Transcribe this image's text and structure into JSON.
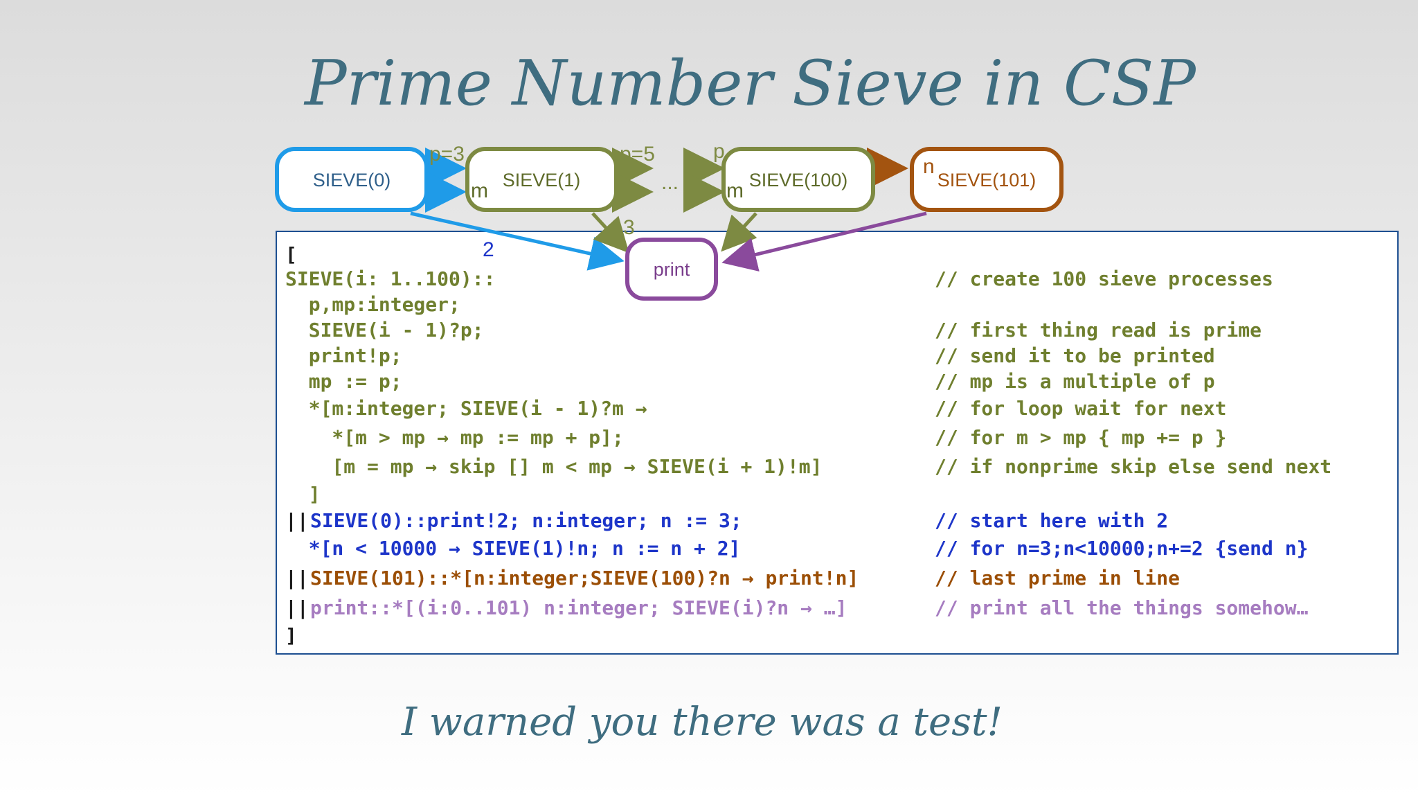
{
  "title": "Prime Number Sieve in CSP",
  "subtitle": "I warned you there was a test!",
  "diagram": {
    "nodes": {
      "sieve0": "SIEVE(0)",
      "sieve1": "SIEVE(1)",
      "sieve100": "SIEVE(100)",
      "sieve101": "SIEVE(101)",
      "print": "print"
    },
    "edge_labels": {
      "p3": "p=3",
      "p5": "p=5",
      "p": "p",
      "m1": "m",
      "m100": "m",
      "n": "n",
      "ellipsis": "...",
      "two": "2",
      "three": "3"
    }
  },
  "code": {
    "lines": [
      {
        "text": "[",
        "comment": ""
      },
      {
        "text": "SIEVE(i: 1..100)::",
        "comment": "// create 100 sieve processes"
      },
      {
        "text": "  p,mp:integer;",
        "comment": ""
      },
      {
        "text": "  SIEVE(i - 1)?p;",
        "comment": "// first thing read is prime"
      },
      {
        "text": "  print!p;",
        "comment": "// send it to be printed"
      },
      {
        "text": "  mp := p;",
        "comment": "// mp is a multiple of p"
      },
      {
        "text": "  *[m:integer; SIEVE(i - 1)?m →",
        "comment": "// for loop wait for next"
      },
      {
        "text": "    *[m > mp → mp := mp + p];",
        "comment": "// for m > mp { mp += p }"
      },
      {
        "text": "    [m = mp → skip [] m < mp → SIEVE(i + 1)!m]",
        "comment": "// if nonprime skip else send next"
      },
      {
        "text": "  ]",
        "comment": ""
      },
      {
        "text": "SIEVE(0)::print!2; n:integer; n := 3;",
        "comment": "// start here with 2"
      },
      {
        "text": "  *[n < 10000 → SIEVE(1)!n; n := n + 2]",
        "comment": "// for n=3;n<10000;n+=2 {send n}"
      },
      {
        "text": "SIEVE(101)::*[n:integer;SIEVE(100)?n → print!n]",
        "comment": "// last prime in line"
      },
      {
        "text": "print::*[(i:0..101) n:integer; SIEVE(i)?n → …]",
        "comment": "// print all the things somehow…"
      },
      {
        "text": "]",
        "comment": ""
      }
    ],
    "parallel_bar": "||"
  },
  "colors": {
    "sieve0": "#1f9be8",
    "sieve_olive": "#7d8a42",
    "sieve101": "#a35410",
    "print": "#8a4a9c",
    "code_border": "#1d4f91"
  }
}
